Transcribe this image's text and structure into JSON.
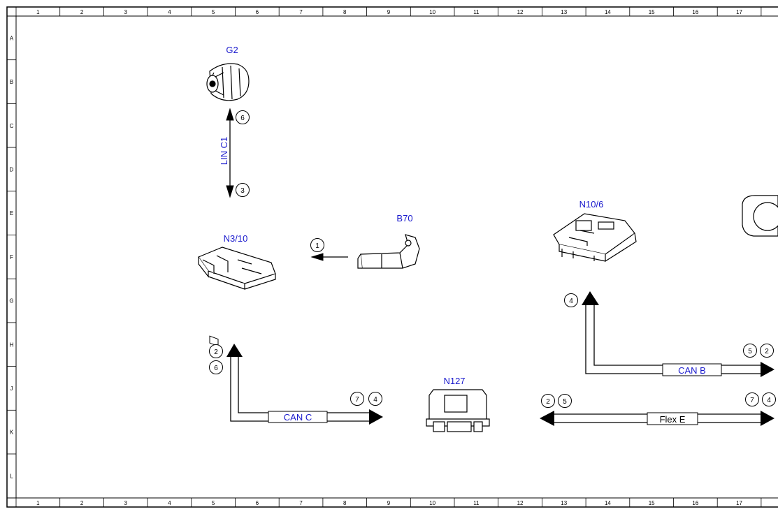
{
  "grid": {
    "columns": [
      "1",
      "2",
      "3",
      "4",
      "5",
      "6",
      "7",
      "8",
      "9",
      "10",
      "11",
      "12",
      "13",
      "14",
      "15",
      "16",
      "17"
    ],
    "rows": [
      "A",
      "B",
      "C",
      "D",
      "E",
      "F",
      "G",
      "H",
      "J",
      "K",
      "L"
    ]
  },
  "components": {
    "g2": "G2",
    "n3_10": "N3/10",
    "b70": "B70",
    "n10_6": "N10/6",
    "n127": "N127"
  },
  "buses": {
    "lin_c1": "LIN C1",
    "can_c": "CAN C",
    "can_b": "CAN B",
    "flex_e": "Flex E"
  },
  "callouts": {
    "g2_top": "6",
    "g2_bottom": "3",
    "b70_arrow": "1",
    "canc_a": "2",
    "canc_b": "6",
    "canc_c": "7",
    "canc_d": "4",
    "canb_a": "4",
    "canb_b": "5",
    "canb_c": "2",
    "flexe_a": "2",
    "flexe_b": "5",
    "flexe_c": "7",
    "flexe_d": "4"
  },
  "colors": {
    "label_blue": "#1a1acd",
    "line": "#000000"
  }
}
